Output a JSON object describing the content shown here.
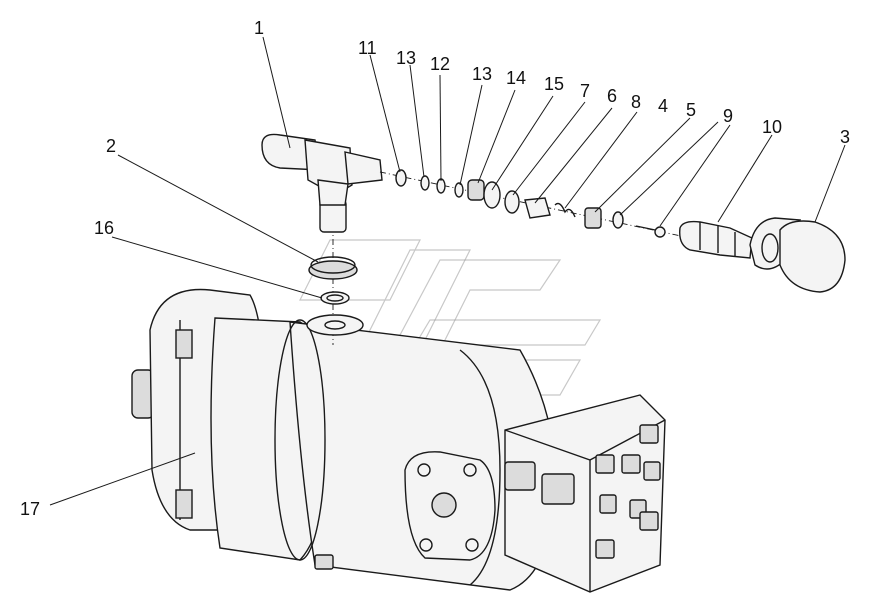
{
  "callouts": {
    "c1": "1",
    "c2": "2",
    "c3": "3",
    "c4": "4",
    "c5": "5",
    "c6": "6",
    "c7": "7",
    "c8": "8",
    "c9": "9",
    "c10": "10",
    "c11": "11",
    "c12": "12",
    "c13a": "13",
    "c13b": "13",
    "c14": "14",
    "c15": "15",
    "c16": "16",
    "c17": "17"
  },
  "colors": {
    "line": "#1a1a1a",
    "fill": "#f4f4f4",
    "shade": "#dcdcdc",
    "watermark": "#9a9a9a"
  }
}
